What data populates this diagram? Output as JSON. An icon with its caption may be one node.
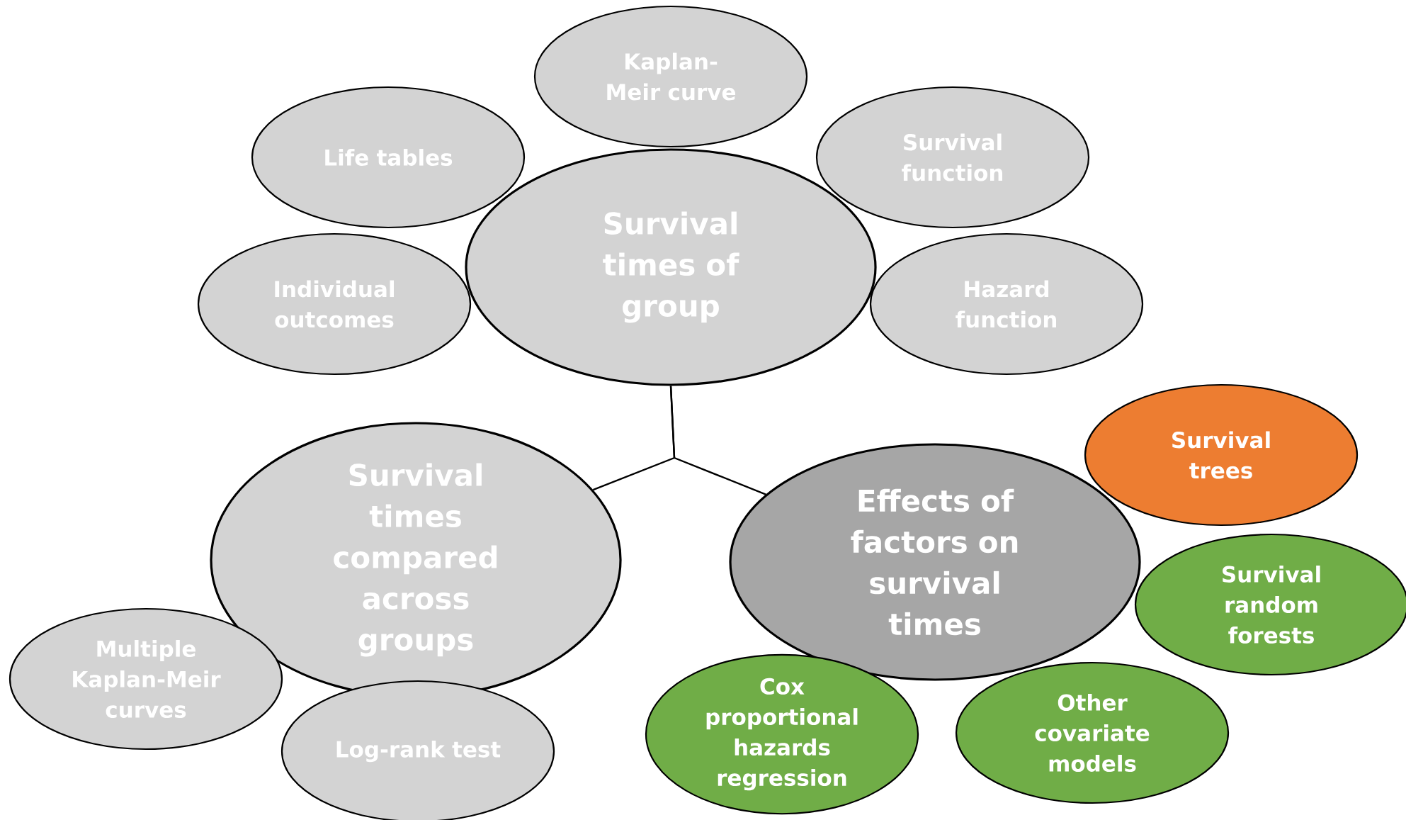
{
  "diagram": {
    "nodes": [
      {
        "text": [
          "Survival times of group"
        ]
      },
      {
        "text": [
          "Kaplan-Meir curve"
        ]
      },
      {
        "text": [
          "Life tables"
        ]
      },
      {
        "text": [
          "Survival function"
        ]
      },
      {
        "text": [
          "Individual outcomes"
        ]
      },
      {
        "text": [
          "Hazard function"
        ]
      },
      {
        "text": [
          "Survival times compared across groups"
        ]
      },
      {
        "text": [
          "Effects of factors on survival times"
        ]
      },
      {
        "text": [
          "Survival trees"
        ]
      },
      {
        "text": [
          "Survival random forests"
        ]
      },
      {
        "text": [
          "Multiple Kaplan-Meir curves"
        ]
      },
      {
        "text": [
          "Log-rank test"
        ]
      },
      {
        "text": [
          "Cox proportional hazards regression"
        ]
      },
      {
        "text": [
          "Other covariate models"
        ]
      }
    ],
    "edges": [
      {
        "from": 0,
        "to": 6,
        "arrow": "none"
      },
      {
        "from": 0,
        "to": 7,
        "arrow": "none"
      }
    ]
  }
}
